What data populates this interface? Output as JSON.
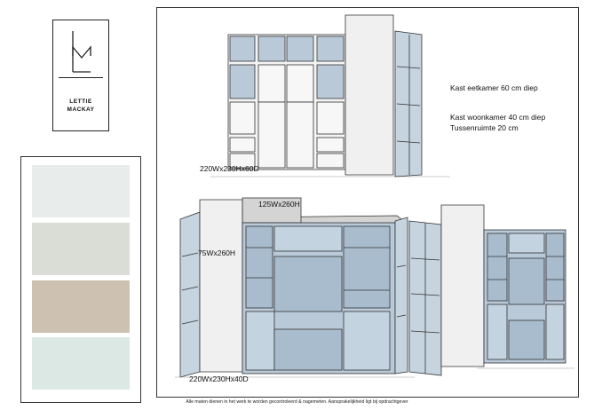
{
  "brand": {
    "line1": "LETTIE",
    "line2": "MACKAY",
    "logo_icon": "lm-monogram-icon"
  },
  "swatches": [
    {
      "name": "swatch-1",
      "color": "#e8ecea"
    },
    {
      "name": "swatch-2",
      "color": "#d9ddd6"
    },
    {
      "name": "swatch-3",
      "color": "#cdc2b2"
    },
    {
      "name": "swatch-4",
      "color": "#dce8e4"
    }
  ],
  "colors": {
    "cabinet_blue": "#b9c9d8",
    "cabinet_blue_dark": "#8ea3b8",
    "cabinet_white": "#f4f4f4",
    "cabinet_grey": "#d4d4d4",
    "outline": "#333333"
  },
  "labels": {
    "top_cabinet_dims": "220Wx230Hx60D",
    "top_note_1": "Kast eetkamer 60 cm diep",
    "top_note_2": "Kast woonkamer 40 cm diep",
    "top_note_3": "Tussenruimte 20 cm",
    "top_panel_dims": "125Wx260H",
    "side_panel_dims": "75Wx260H",
    "bottom_cabinet_dims": "220Wx230Hx40D"
  },
  "footer": "Alle maten dienen in het werk te worden gecontroleerd & nagemeten. Aansprakelijkheid ligt bij opdrachtgever"
}
